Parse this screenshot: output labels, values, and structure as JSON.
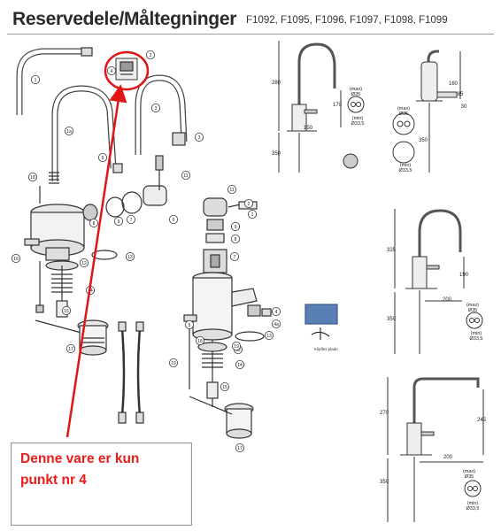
{
  "header": {
    "title": "Reservedele/Måltegninger",
    "models": "F1092, F1095, F1096, F1097, F1098, F1099"
  },
  "callout": {
    "line1": "Denne vare er kun",
    "line2": "punkt nr 4"
  },
  "exploded_view_1": {
    "part_numbers": [
      "1",
      "1a",
      "2",
      "3",
      "3",
      "4",
      "5",
      "6",
      "7",
      "8",
      "9",
      "11",
      "12",
      "13",
      "14",
      "15",
      "16",
      "17",
      "18",
      "19"
    ]
  },
  "exploded_view_2": {
    "part_numbers": [
      "1",
      "2",
      "4",
      "4a",
      "5",
      "7",
      "8",
      "9",
      "11",
      "12",
      "13",
      "14",
      "15",
      "17",
      "18",
      "19"
    ],
    "label_flipper": "Klipflex plade"
  },
  "dimension_drawings": [
    {
      "id": "d1",
      "dims": [
        "280",
        "350",
        "170",
        "150"
      ],
      "aerator": {
        "max": "(max)",
        "max_val": "Ø35",
        "min": "(min)",
        "min_val": "Ø33,5"
      }
    },
    {
      "id": "d2",
      "dims": [
        "160",
        "85",
        "30",
        "350"
      ],
      "aerator": {
        "max": "(max)",
        "max_val": "Ø35",
        "min": "(min)",
        "min_val": "Ø33,5"
      }
    },
    {
      "id": "d3",
      "dims": [
        "325",
        "350",
        "190",
        "200"
      ],
      "aerator": {
        "max": "(max)",
        "max_val": "Ø35",
        "min": "(min)",
        "min_val": "Ø33,5"
      }
    },
    {
      "id": "d4",
      "dims": [
        "270",
        "245",
        "200",
        "350"
      ],
      "aerator": {
        "max": "(max)",
        "max_val": "Ø35",
        "min": "(min)",
        "min_val": "Ø33,5"
      }
    }
  ],
  "colors": {
    "callout_text": "#ee1b1b",
    "arrow": "#e01515",
    "line_art": "#333333"
  }
}
